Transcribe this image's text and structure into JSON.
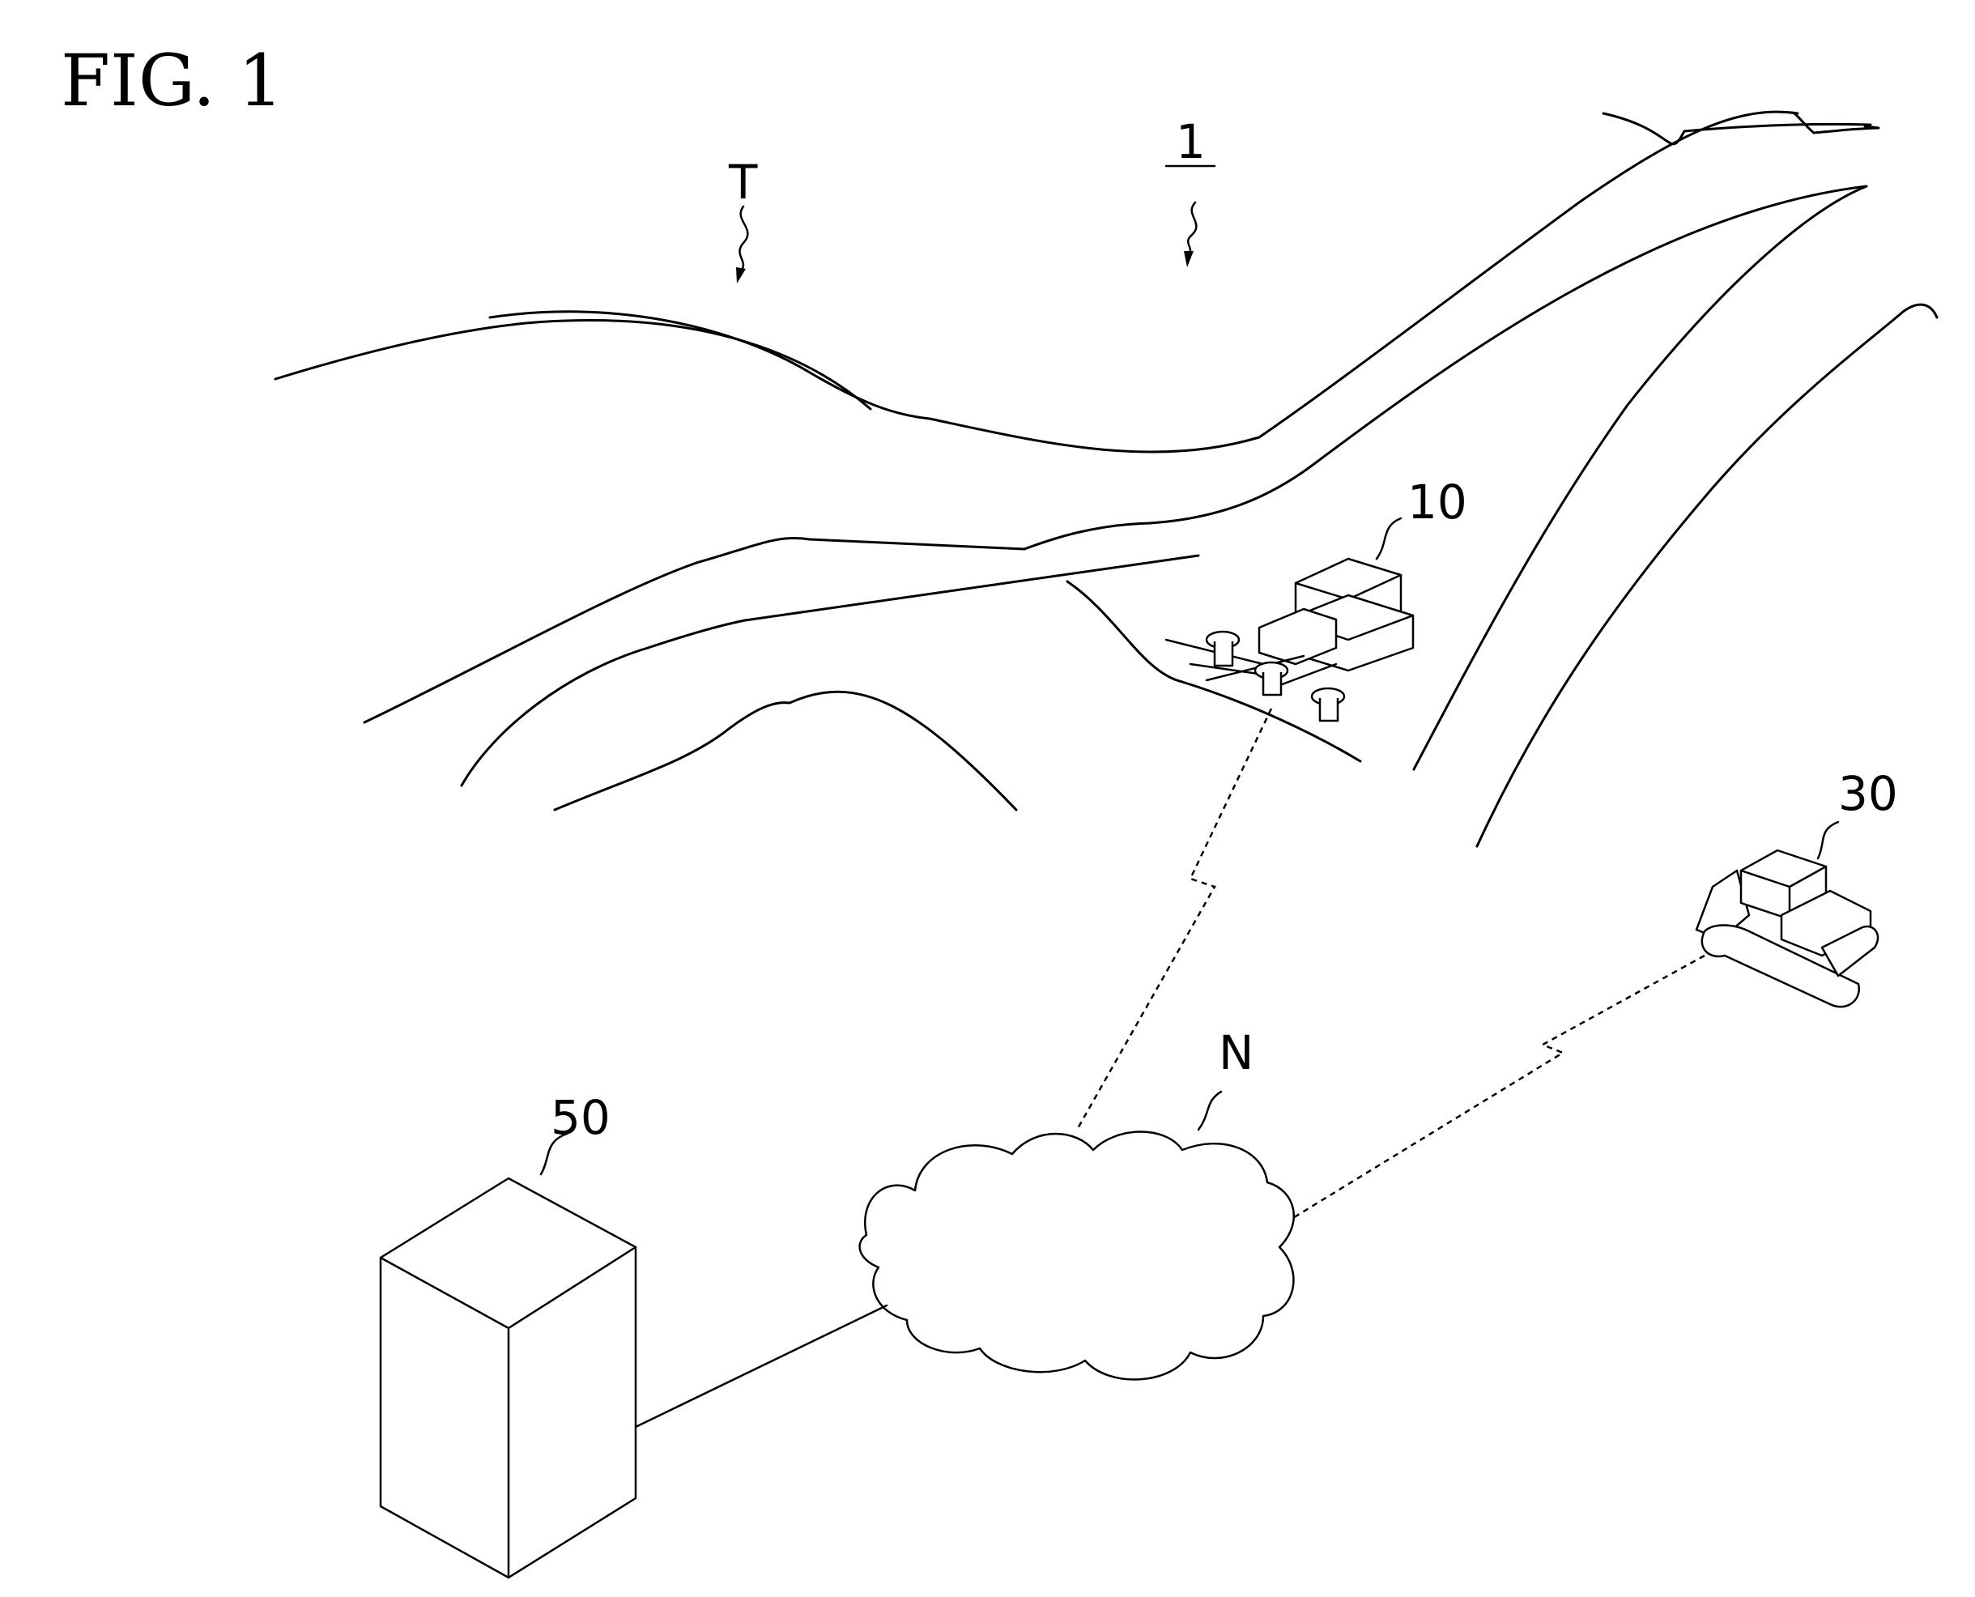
{
  "figure": {
    "title": "FIG.  1"
  },
  "labels": {
    "system": "1",
    "terrain": "T",
    "drone": "10",
    "bulldozer": "30",
    "server": "50",
    "network": "N"
  }
}
